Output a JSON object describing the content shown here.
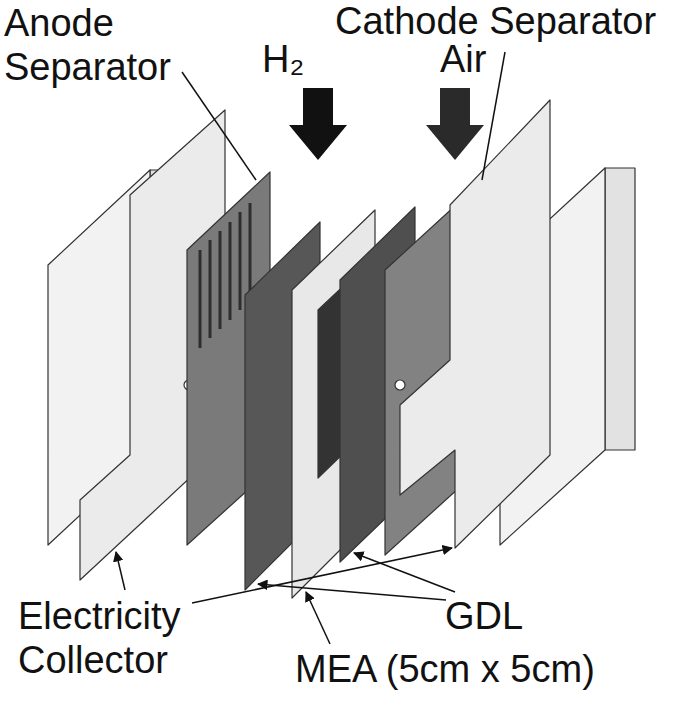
{
  "diagram": {
    "labels": [
      "Anode Separator",
      "H₂",
      "Air",
      "Cathode Separator",
      "Electricity Collector",
      "GDL",
      "MEA (5cm x 5cm)"
    ]
  }
}
